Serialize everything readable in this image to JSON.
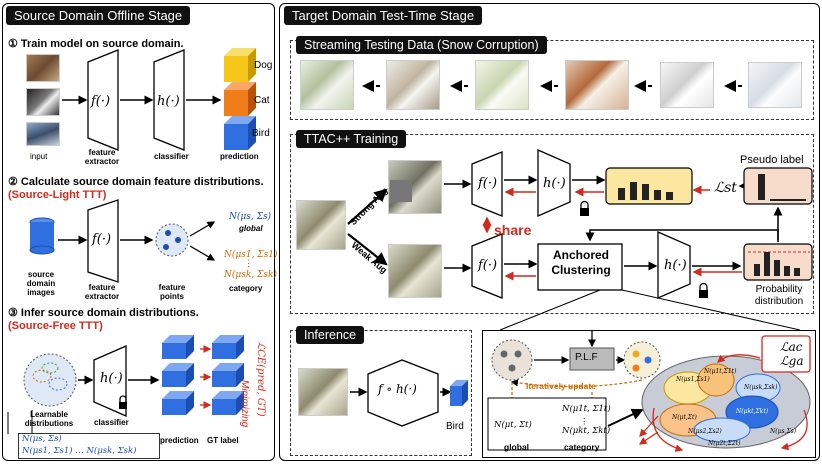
{
  "left": {
    "title": "Source Domain Offline Stage",
    "step1": "① Train model on source domain.",
    "step1_labels": {
      "input": "input",
      "feature_extractor": "feature\nextractor",
      "classifier": "classifier",
      "prediction": "prediction",
      "f": "f(·)",
      "h": "h(·)"
    },
    "classes": [
      "Dog",
      "Cat",
      "Bird"
    ],
    "step2": "② Calculate source domain feature distributions.",
    "step2_sub": "(Source-Light TTT)",
    "step2_labels": {
      "images": "source\ndomain\nimages",
      "feature_extractor": "feature\nextractor",
      "points": "feature\npoints",
      "f": "f(·)"
    },
    "dist_global": "N(μs, Σs)",
    "global_label": "global",
    "dist_cat1": "N(μs1, Σs1)",
    "dist_dots": "⋮",
    "dist_catk": "N(μsk, Σsk)",
    "category_label": "category",
    "step3": "③ Infer source domain distributions.",
    "step3_sub": "(Source-Free TTT)",
    "step3_labels": {
      "learnable": "Learnable\ndistributions",
      "classifier": "classifier",
      "prediction": "prediction",
      "gt": "GT label",
      "h": "h(·)"
    },
    "minimizing": "Minimizing",
    "loss_ce": "ℒCE(pred, GT)",
    "dist_box_line1": "N(μs, Σs)",
    "dist_box_line2": "N(μs1, Σs1)  …  N(μsk, Σsk)"
  },
  "right": {
    "title": "Target Domain Test-Time Stage",
    "stream_title": "Streaming Testing Data (Snow Corruption)",
    "ttac_title": "TTAC++ Training",
    "strong_aug": "Strong Aug",
    "weak_aug": "Weak Aug",
    "share": "share",
    "f": "f(·)",
    "h": "h(·)",
    "anchored": "Anchored\nClustering",
    "loss_st": "ℒst",
    "pseudo_label": "Pseudo label",
    "prob_dist": "Probability\ndistribution",
    "inference_title": "Inference",
    "fh": "f ∘ h(·)",
    "bird": "Bird",
    "plf": "P.L.F",
    "iter_update": "Iteratively update",
    "tgt_global_dist": "N(μt, Σt)",
    "tgt_global": "global",
    "tgt_cat1": "N(μ1t, Σ1t)",
    "tgt_dots": "⋮",
    "tgt_catk": "N(μkt, Σkt)",
    "tgt_category": "category",
    "loss_ac": "ℒac",
    "loss_ga": "ℒga",
    "ellipse_labels": [
      "N(μs1,Σs1)",
      "N(μ1t,Σ1t)",
      "N(μsk,Σsk)",
      "N(μkt,Σkt)",
      "N(μt,Σt)",
      "N(μs,Σs)",
      "N(μs2,Σs2)",
      "N(μ2t,Σ2t)"
    ]
  },
  "colors": {
    "yellow": "#f5c518",
    "orange": "#f07d1a",
    "blue": "#2f6fe0",
    "red": "#d12a1f",
    "peach": "#f7dccb",
    "lightyellow": "#fbe7a0"
  }
}
